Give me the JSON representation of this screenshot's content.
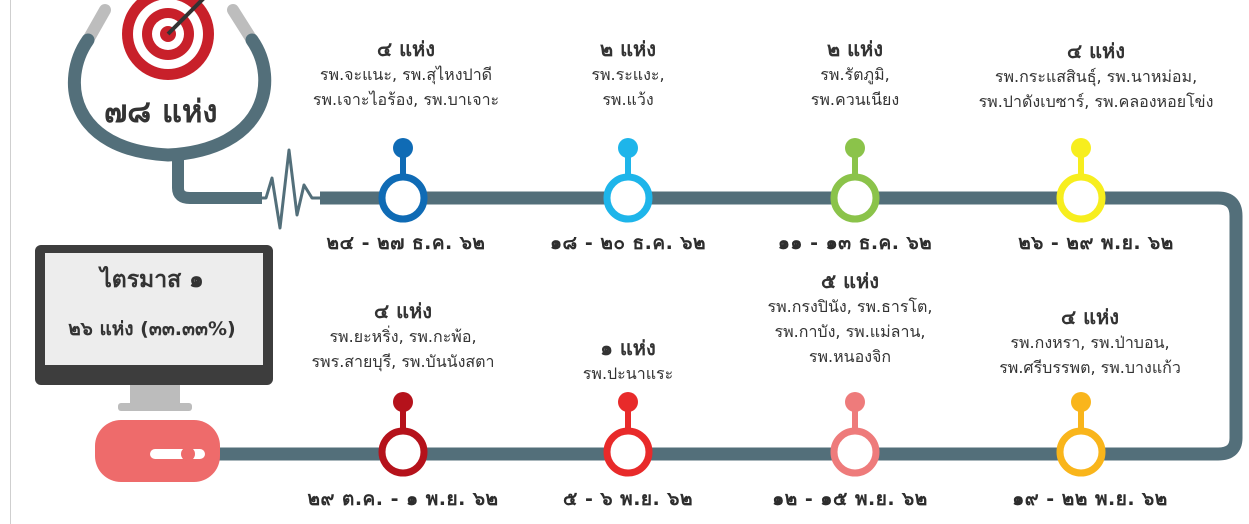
{
  "total": "๗๘ แห่ง",
  "quarter": {
    "title": "ไตรมาส ๑",
    "summary": "๒๖ แห่ง (๓๓.๓๓%)"
  },
  "colors": {
    "pipe": "#536f7a",
    "target_red": "#c8202a",
    "mouse": "#ee6b6b",
    "monitor_frame": "#3d3d3d",
    "screen": "#ededed",
    "stand": "#bcbcbc"
  },
  "top_row": [
    {
      "count": "๔ แห่ง",
      "hospitals": [
        "รพ.จะแนะ, รพ.สุไหงปาดี",
        "รพ.เจาะไอร้อง, รพ.บาเจาะ"
      ],
      "date": "๒๔ - ๒๗ ธ.ค. ๖๒",
      "color": "#0f6bb5"
    },
    {
      "count": "๒ แห่ง",
      "hospitals": [
        "รพ.ระแงะ,",
        "รพ.แว้ง"
      ],
      "date": "๑๘ - ๒๐ ธ.ค. ๖๒",
      "color": "#1eb5ea"
    },
    {
      "count": "๒ แห่ง",
      "hospitals": [
        "รพ.รัตภูมิ,",
        "รพ.ควนเนียง"
      ],
      "date": "๑๑ - ๑๓ ธ.ค. ๖๒",
      "color": "#8bc34a"
    },
    {
      "count": "๔ แห่ง",
      "hospitals": [
        "รพ.กระแสสินธุ์, รพ.นาหม่อม,",
        "รพ.ปาดังเบซาร์, รพ.คลองหอยโข่ง"
      ],
      "date": "๒๖ - ๒๙ พ.ย. ๖๒",
      "color": "#f7ee1e"
    }
  ],
  "bottom_row": [
    {
      "count": "๔ แห่ง",
      "hospitals": [
        "รพ.ยะหริ่ง, รพ.กะพ้อ,",
        "รพร.สายบุรี, รพ.บันนังสตา"
      ],
      "date": "๒๙ ต.ค. - ๑ พ.ย. ๖๒",
      "color": "#b5121b"
    },
    {
      "count": "๑ แห่ง",
      "hospitals": [
        "รพ.ปะนาแระ"
      ],
      "date": "๕ - ๖ พ.ย. ๖๒",
      "color": "#e82a2a"
    },
    {
      "count": "๕ แห่ง",
      "hospitals": [
        "รพ.กรงปินัง, รพ.ธารโต,",
        "รพ.กาบัง, รพ.แม่ลาน,",
        "รพ.หนองจิก"
      ],
      "date": "๑๒ - ๑๕ พ.ย. ๖๒",
      "color": "#ee7b7b"
    },
    {
      "count": "๔ แห่ง",
      "hospitals": [
        "รพ.กงหรา, รพ.ป่าบอน,",
        "รพ.ศรีบรรพต, รพ.บางแก้ว"
      ],
      "date": "๑๙ - ๒๒ พ.ย. ๖๒",
      "color": "#f9b51b"
    }
  ]
}
